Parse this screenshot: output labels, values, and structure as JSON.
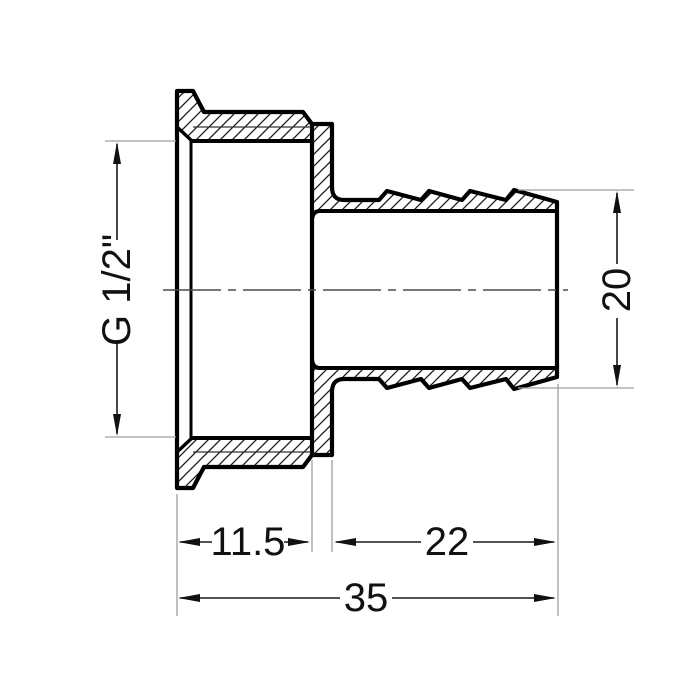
{
  "drawing": {
    "kind": "technical-section-drawing",
    "subject": "hose-barb adapter with female thread, cross-section",
    "background_color": "#ffffff",
    "outline_color": "#000000",
    "hatch_color": "#1a1a1a",
    "dimension_color": "#1a1a1a",
    "extension_color": "#9aa0a4",
    "centerline_color": "#4a4a4a",
    "labels": {
      "thread_size": "G 1/2\"",
      "barb_outer_diameter": "20",
      "socket_length": "11.5",
      "barb_length": "22",
      "overall_length": "35"
    }
  }
}
